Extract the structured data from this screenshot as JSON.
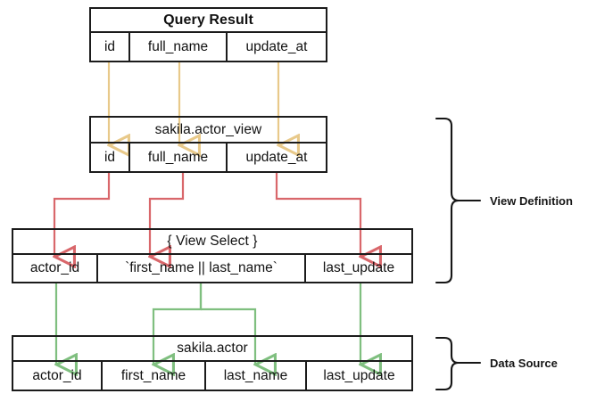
{
  "diagram": {
    "title_hidden": "",
    "colors": {
      "border": "#1b1b1b",
      "text": "#111111",
      "edge_query_to_view": "#e8c98a",
      "edge_view_to_select": "#d9676b",
      "edge_select_to_source": "#7fbf7f",
      "background": "#ffffff"
    },
    "boxes": [
      {
        "id": "query-result",
        "header": "Query Result",
        "header_bold": true,
        "columns": [
          "id",
          "full_name",
          "update_at"
        ]
      },
      {
        "id": "actor-view",
        "header": "sakila.actor_view",
        "header_bold": false,
        "columns": [
          "id",
          "full_name",
          "update_at"
        ]
      },
      {
        "id": "view-select",
        "header": "{ View Select }",
        "header_bold": false,
        "columns": [
          "actor_id",
          "`first_name || last_name`",
          "last_update"
        ]
      },
      {
        "id": "sakila-actor",
        "header": "sakila.actor",
        "header_bold": false,
        "columns": [
          "actor_id",
          "first_name",
          "last_name",
          "last_update"
        ]
      }
    ],
    "groups": [
      {
        "id": "view-definition",
        "label": "View Definition"
      },
      {
        "id": "data-source",
        "label": "Data Source"
      }
    ],
    "edges": [
      {
        "from": "query-result.id",
        "to": "actor-view.id",
        "color_key": "edge_query_to_view",
        "style": "straight"
      },
      {
        "from": "query-result.full_name",
        "to": "actor-view.full_name",
        "color_key": "edge_query_to_view",
        "style": "straight"
      },
      {
        "from": "query-result.update_at",
        "to": "actor-view.update_at",
        "color_key": "edge_query_to_view",
        "style": "straight"
      },
      {
        "from": "actor-view.id",
        "to": "view-select.actor_id",
        "color_key": "edge_view_to_select",
        "style": "elbow"
      },
      {
        "from": "actor-view.full_name",
        "to": "view-select.expr",
        "color_key": "edge_view_to_select",
        "style": "elbow"
      },
      {
        "from": "actor-view.update_at",
        "to": "view-select.last_update",
        "color_key": "edge_view_to_select",
        "style": "elbow"
      },
      {
        "from": "view-select.actor_id",
        "to": "sakila-actor.actor_id",
        "color_key": "edge_select_to_source",
        "style": "straight"
      },
      {
        "from": "view-select.expr",
        "to": "sakila-actor.first_name",
        "color_key": "edge_select_to_source",
        "style": "split"
      },
      {
        "from": "view-select.expr",
        "to": "sakila-actor.last_name",
        "color_key": "edge_select_to_source",
        "style": "split"
      },
      {
        "from": "view-select.last_update",
        "to": "sakila-actor.last_update",
        "color_key": "edge_select_to_source",
        "style": "straight"
      }
    ]
  }
}
